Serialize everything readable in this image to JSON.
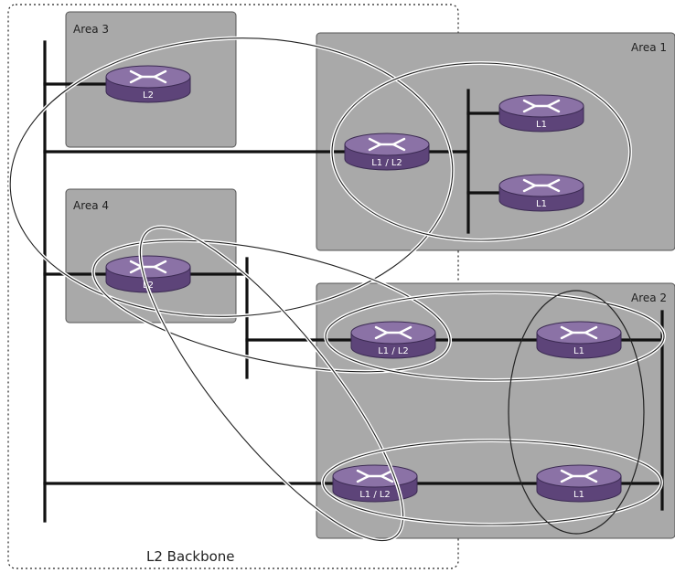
{
  "areas": {
    "area3": "Area 3",
    "area4": "Area 4",
    "area1": "Area 1",
    "area2": "Area 2"
  },
  "routers": {
    "area3_router": "L2",
    "area4_router": "L2",
    "area1_border": "L1 / L2",
    "area1_internal_top": "L1",
    "area1_internal_bottom": "L1",
    "area2_border_top": "L1 / L2",
    "area2_internal_top": "L1",
    "area2_border_bottom": "L1 / L2",
    "area2_internal_bottom": "L1"
  },
  "backbone_label": "L2 Backbone",
  "colors": {
    "area_fill": "#a9a9a9",
    "router_body": "#6a4f86",
    "router_top": "#8d74a8",
    "link": "#111111",
    "adjacency_outline": "#ffffff"
  }
}
